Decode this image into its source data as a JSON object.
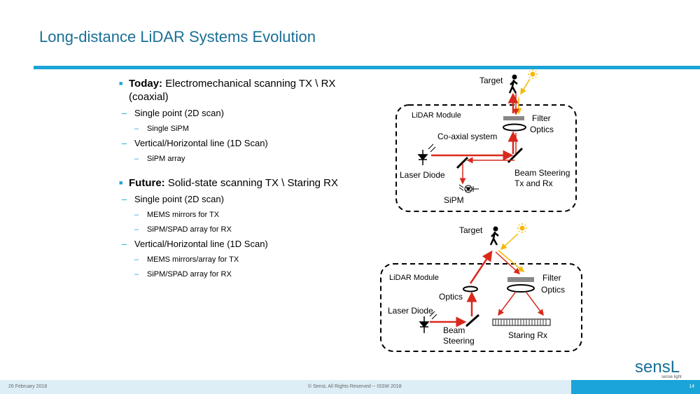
{
  "slide": {
    "title": "Long-distance LiDAR Systems Evolution",
    "bullets": {
      "today_label": "Today:",
      "today_text": " Electromechanical scanning TX \\ RX (coaxial)",
      "today_items": [
        {
          "text": "Single point (2D scan)",
          "sub": "Single SiPM"
        },
        {
          "text": "Vertical/Horizontal line (1D Scan)",
          "sub": "SiPM array"
        }
      ],
      "future_label": "Future:",
      "future_text": " Solid-state scanning TX \\ Staring RX",
      "future_items": [
        {
          "text": "Single point (2D scan)",
          "subs": [
            "MEMS mirrors for TX",
            "SiPM/SPAD array for RX"
          ]
        },
        {
          "text": "Vertical/Horizontal line (1D Scan)",
          "subs": [
            "MEMS mirrors/array for TX",
            "SiPM/SPAD array for RX"
          ]
        }
      ]
    },
    "diagram1": {
      "target": "Target",
      "module": "LiDAR Module",
      "filter": "Filter",
      "optics": "Optics",
      "coaxial": "Co-axial system",
      "laser": "Laser Diode",
      "beam1": "Beam Steering",
      "beam2": "Tx and Rx",
      "sipm": "SiPM"
    },
    "diagram2": {
      "target": "Target",
      "module": "LiDAR Module",
      "filter": "Filter",
      "optics_rx": "Optics",
      "optics_tx": "Optics",
      "laser": "Laser Diode",
      "beam1": "Beam",
      "beam2": "Steering",
      "staring": "Staring Rx"
    },
    "footer": {
      "date": "26 February 2018",
      "copyright": "© SensL All Rights Reserved -- ISSW 2018",
      "page": "14"
    },
    "logo": {
      "word": "sensL",
      "tagline": "sense light"
    },
    "colors": {
      "accent": "#1aa4d8",
      "title": "#1a6f96",
      "beam": "#d9281c",
      "sun": "#f5b800"
    }
  }
}
